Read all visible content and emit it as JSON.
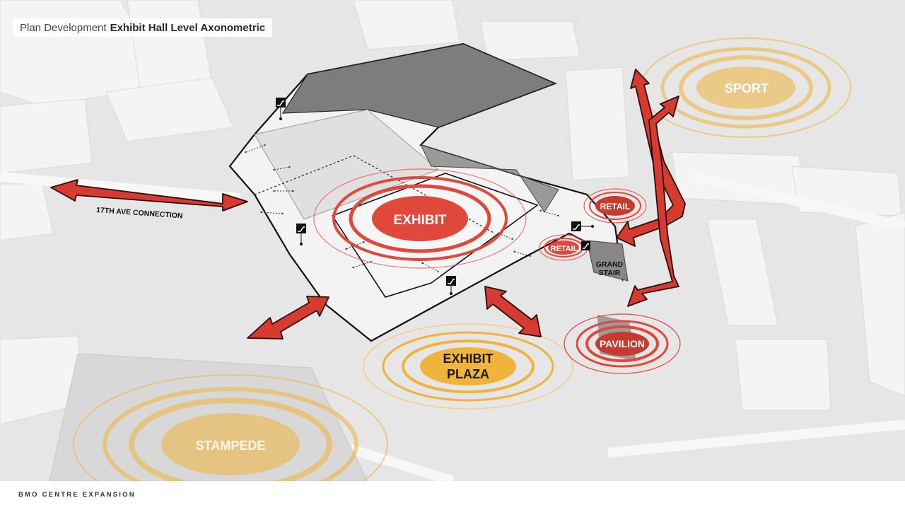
{
  "header": {
    "title_prefix": "Plan Development",
    "title_main": "Exhibit Hall Level Axonometric"
  },
  "labels": {
    "exhibit": "EXHIBIT",
    "exhibit_plaza_line1": "EXHIBIT",
    "exhibit_plaza_line2": "PLAZA",
    "sport": "SPORT",
    "stampede": "STAMPEDE",
    "retail_upper": "RETAIL",
    "retail_lower": "RETAIL",
    "grand_stair_line1": "GRAND",
    "grand_stair_line2": "STAIR",
    "pavilion": "PAVILION",
    "ave_connection": "17TH AVE CONNECTION"
  },
  "footer": {
    "project": "BMO CENTRE EXPANSION"
  },
  "colors": {
    "red": "#e0483c",
    "red_dark": "#8b1a12",
    "orange": "#f0b43c",
    "orange_light": "#f4cf7c",
    "building_gray": "#8c8c8c"
  },
  "icons": [
    "escalator-icon",
    "escalator-icon",
    "escalator-icon",
    "escalator-icon",
    "escalator-icon"
  ]
}
